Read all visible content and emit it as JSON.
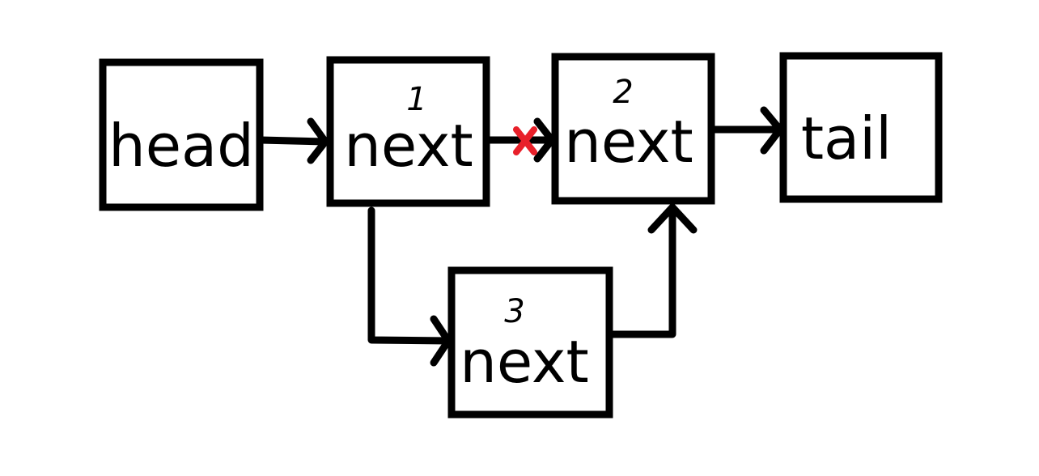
{
  "diagram": {
    "nodes": [
      {
        "id": "head",
        "label": "head",
        "number": ""
      },
      {
        "id": "node1",
        "label": "next",
        "number": "1"
      },
      {
        "id": "node2",
        "label": "next",
        "number": "2"
      },
      {
        "id": "tail",
        "label": "tail",
        "number": ""
      },
      {
        "id": "node3",
        "label": "next",
        "number": "3"
      }
    ],
    "edges": [
      {
        "from": "head",
        "to": "node1",
        "removed": false
      },
      {
        "from": "node1",
        "to": "node2",
        "removed": true
      },
      {
        "from": "node2",
        "to": "tail",
        "removed": false
      },
      {
        "from": "node1",
        "to": "node3",
        "removed": false
      },
      {
        "from": "node3",
        "to": "node2",
        "removed": false
      }
    ],
    "colors": {
      "stroke": "#000000",
      "removed_marker": "#e8202a",
      "background": "#ffffff"
    }
  }
}
